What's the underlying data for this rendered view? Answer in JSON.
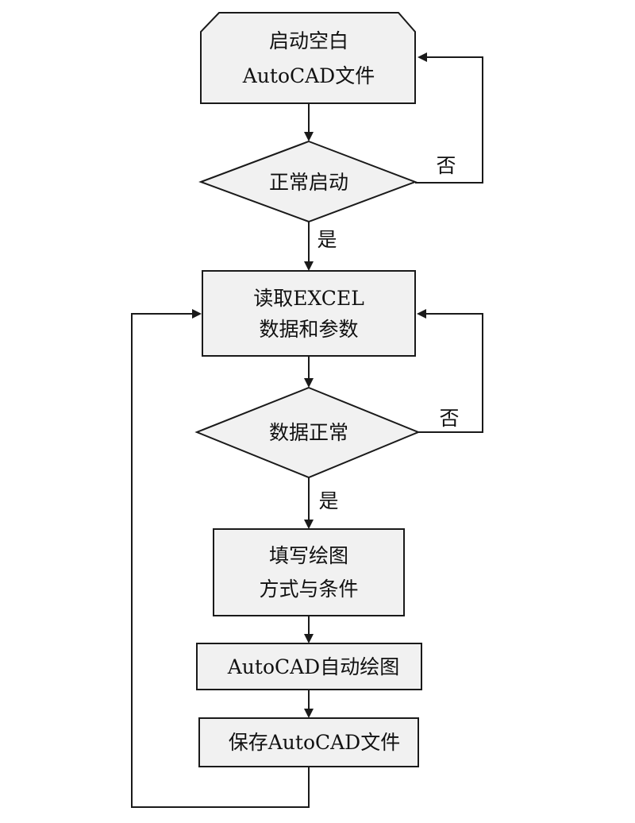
{
  "flowchart": {
    "start": {
      "line1": "启动空白",
      "line2": "AutoCAD文件"
    },
    "check_startup": {
      "label": "正常启动"
    },
    "read_excel": {
      "line1": "读取EXCEL",
      "line2": "数据和参数"
    },
    "check_data": {
      "label": "数据正常"
    },
    "fill_mode": {
      "line1": "填写绘图",
      "line2": "方式与条件"
    },
    "auto_draw": {
      "label": "AutoCAD自动绘图"
    },
    "save_file": {
      "label": "保存AutoCAD文件"
    },
    "edge_labels": {
      "startup_no": "否",
      "startup_yes": "是",
      "data_no": "否",
      "data_yes": "是"
    }
  }
}
